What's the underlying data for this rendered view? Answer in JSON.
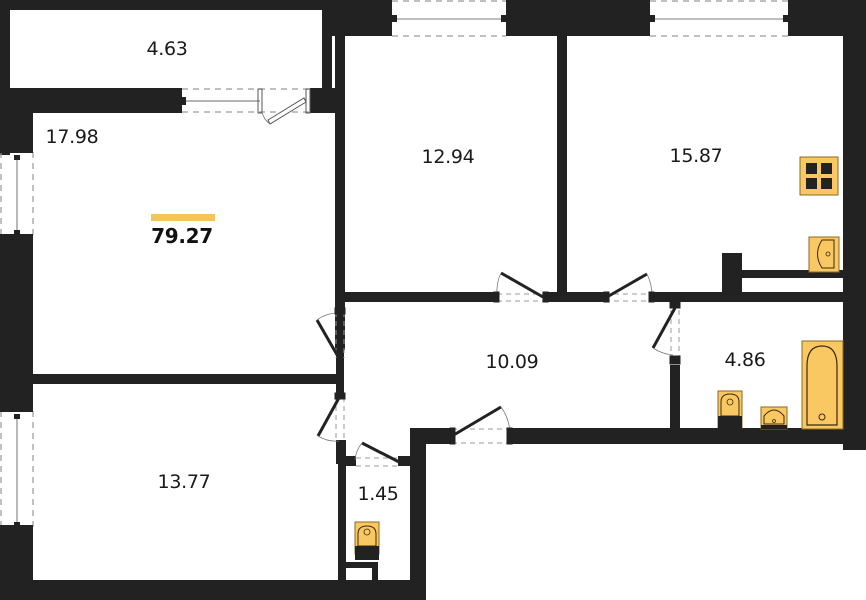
{
  "plan": {
    "title": "Apartment floor plan",
    "total_area": "79.27",
    "colors": {
      "wall": "#222222",
      "fixture": "#fac862",
      "accent": "#f7c45a",
      "background": "#ffffff",
      "dash": "#9a9a9a"
    },
    "rooms": [
      {
        "id": "balcony",
        "area": "4.63"
      },
      {
        "id": "living-room",
        "area": "17.98"
      },
      {
        "id": "bedroom-1",
        "area": "12.94"
      },
      {
        "id": "kitchen",
        "area": "15.87"
      },
      {
        "id": "hallway",
        "area": "10.09"
      },
      {
        "id": "bathroom",
        "area": "4.86"
      },
      {
        "id": "bedroom-2",
        "area": "13.77"
      },
      {
        "id": "toilet",
        "area": "1.45"
      }
    ],
    "fixtures": [
      "stove-icon",
      "kitchen-sink-icon",
      "bathtub-icon",
      "toilet-icon",
      "washbasin-icon",
      "toilet-icon"
    ]
  }
}
